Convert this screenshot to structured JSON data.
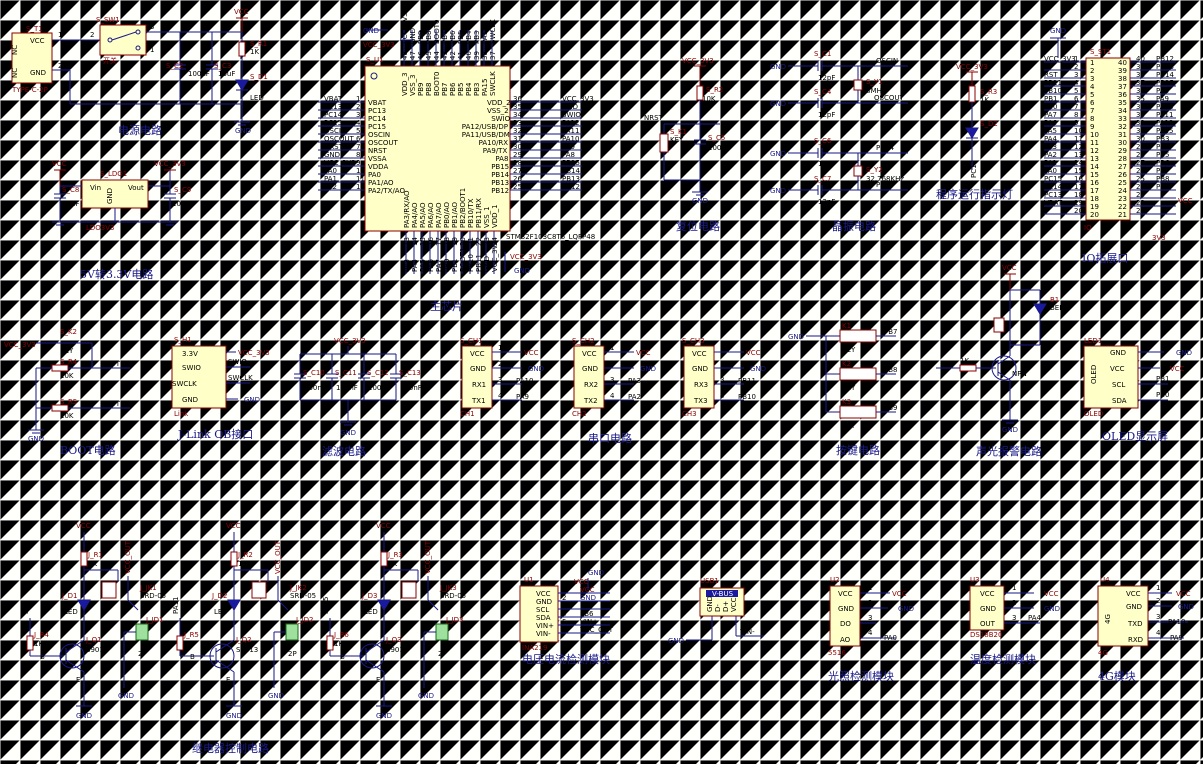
{
  "captions": {
    "power": "电源电路",
    "ldo": "5V转3.3V电路",
    "mcu": "主芯片",
    "reset": "复位电路",
    "crystal": "晶振电路",
    "run_led": "程序运行指示灯",
    "io_ext": "IO拓展口",
    "boot": "BOOT电路",
    "jlink": "J-Link OB接口",
    "filter": "滤波电路",
    "serial": "串口电路",
    "keys": "按键电路",
    "alarm": "声光报警电路",
    "oled": "OLED显示屏",
    "relay": "继电器控制电路",
    "ina": "电压电流检测模块",
    "light": "光照检测模块",
    "temp": "温度检测模块",
    "g4": "4G模块"
  },
  "labels": {
    "vcc": "VCC",
    "gnd": "GND",
    "vcc33": "VCC_3V3",
    "vcc33b": "3V3",
    "typec_ref": "S_T1",
    "typec_part": "TYPE-C-2P",
    "nc": "NC",
    "sw_ref": "S_SW1",
    "sw_name": "开关",
    "r1": "S_R1",
    "r1v": "1K",
    "d1": "S_D1",
    "led": "LED",
    "c2": "S_C2",
    "c3": "S_C3",
    "c100n": "100nF",
    "c10u": "10uF",
    "ldo_ref": "S_LDO1",
    "ldo_part": "LDO3V3",
    "vin": "Vin",
    "vout": "Vout",
    "c8": "S_C8",
    "c9": "S_C9",
    "c10uf": "10uF",
    "u1": "S_U1",
    "mcu_part": "STM32F103C8T6_LQFP48",
    "r2": "S_R2",
    "r2v": "10K",
    "k1": "S_K1",
    "key": "KEY",
    "c5": "S_C5",
    "nrst": "NRST",
    "c1": "S_C1",
    "c4": "S_C4",
    "c6": "S_C6",
    "c7": "S_C7",
    "c12p": "12pF",
    "y1": "S_Y1",
    "y1v": "8MHz",
    "y2": "S_Y2",
    "y2v": "32.768KHz",
    "oscin": "OSCIN",
    "oscout": "OSCOUT",
    "pc14": "PC14",
    "pc15": "PC15",
    "r3": "S_R3",
    "r3v": "1K",
    "d2": "S_D2",
    "pc13": "PC13",
    "st1": "S_ST1",
    "io": "IO",
    "k2": "S_K2",
    "r4": "S_R4",
    "r5": "S_R5",
    "boot0": "BOOT0",
    "boot1": "BOOT1",
    "h1": "S_H1",
    "link": "Link",
    "swio": "SWIO",
    "swclk": "SWCLK",
    "v33": "3.3V",
    "c10": "S_C10",
    "c11": "S_C11",
    "c12": "S_C12",
    "c13": "S_C13",
    "ch1": "S_CH1",
    "ch2": "S_CH2",
    "ch3": "S_CH3",
    "ch1n": "CH1",
    "ch2n": "CH2",
    "ch3n": "CH3",
    "rx1": "RX1",
    "tx1": "TX1",
    "rx2": "RX2",
    "tx2": "TX2",
    "rx3": "RX3",
    "tx3": "TX3",
    "pa10": "PA10",
    "pa9": "PA9",
    "pa3": "PA3",
    "pa2": "PA2",
    "pb11": "PB11",
    "pb10": "PB10",
    "k1n": "K1",
    "k2n": "K2",
    "k3n": "K3",
    "pb7": "PB7",
    "pb8": "PB8",
    "pb9": "PB9",
    "b1": "B1",
    "beep": "BEEP",
    "pa7": "PA7",
    "npn": "NPN",
    "r1k": "1K",
    "led1": "LED1",
    "oled": "OLED",
    "scl": "SCL",
    "sda": "SDA",
    "pb1": "PB1",
    "pb0": "PB0",
    "jr1": "J_R1",
    "jd1": "J_D1",
    "jk1": "J_JK1",
    "jq1": "J_Q1",
    "jr4": "J_R4",
    "jd1b": "J_JD1",
    "jr2": "J_R2",
    "jd2": "J_D2",
    "jk2": "J_JK2",
    "jq2": "J_Q2",
    "jr5": "J_R5",
    "jd2b": "J_JD2",
    "jr3": "J_R3",
    "jd3": "J_D3",
    "jk3": "J_JK3",
    "jq3": "J_Q3",
    "jr6": "J_R6",
    "jd3b": "J_JD3",
    "srd": "SRD-05",
    "s9013": "S9013",
    "p2": "2P",
    "vccout": "VCC_OUT",
    "pa8": "PA8",
    "pa11": "PA11",
    "pa15": "PA15",
    "b": "B",
    "e": "E",
    "u1m": "U1",
    "ina219": "INA219",
    "vinp": "VIN+",
    "vinm": "VIN-",
    "pb5": "PB5",
    "pb6": "PB6",
    "vccout_net": "VCC_OUT",
    "usb1": "USB1",
    "vbus": "V-BUS",
    "dm": "D-",
    "dp": "D+",
    "u2": "U2",
    "do": "DO",
    "ao": "AO",
    "pa0": "PA0",
    "p5516": "5516",
    "u3": "U3",
    "out": "OUT",
    "pa4": "PA4",
    "ds18b20": "DS18B20",
    "u4": "U4",
    "g4": "4G",
    "txd": "TXD",
    "rxd": "RXD"
  },
  "mcu_left": [
    {
      "net": "VBAT",
      "pin": "VBAT",
      "num": "1"
    },
    {
      "net": "PC13",
      "pin": "PC13",
      "num": "2"
    },
    {
      "net": "PC14",
      "pin": "PC14",
      "num": "3"
    },
    {
      "net": "PC15",
      "pin": "PC15",
      "num": "4"
    },
    {
      "net": "OSCIN",
      "pin": "OSCIN",
      "num": "5"
    },
    {
      "net": "OSCOUT",
      "pin": "OSCOUT",
      "num": "6"
    },
    {
      "net": "NRST",
      "pin": "NRST",
      "num": "7"
    },
    {
      "net": "GND",
      "pin": "VSSA",
      "num": "8"
    },
    {
      "net": "VCC_3V3",
      "pin": "VDDA",
      "num": "9"
    },
    {
      "net": "PA0",
      "pin": "PA0",
      "num": "10"
    },
    {
      "net": "PA1",
      "pin": "PA1/AO",
      "num": "11"
    },
    {
      "net": "PA2",
      "pin": "PA2/TX/AO",
      "num": "12"
    }
  ],
  "mcu_right": [
    {
      "net": "VCC_3V3",
      "pin": "VDD_2",
      "num": "36"
    },
    {
      "net": "GND",
      "pin": "VSS_2",
      "num": "35"
    },
    {
      "net": "SWIO",
      "pin": "SWIO",
      "num": "34"
    },
    {
      "net": "PA12",
      "pin": "PA12/USB/DP",
      "num": "33"
    },
    {
      "net": "PA11",
      "pin": "PA11/USB/DM",
      "num": "32"
    },
    {
      "net": "PA10",
      "pin": "PA10/RX",
      "num": "31"
    },
    {
      "net": "PA9",
      "pin": "PA9/TX",
      "num": "30"
    },
    {
      "net": "PA8",
      "pin": "PA8",
      "num": "29"
    },
    {
      "net": "PB15",
      "pin": "PB15",
      "num": "28"
    },
    {
      "net": "PB14",
      "pin": "PB14",
      "num": "27"
    },
    {
      "net": "PB13",
      "pin": "PB13",
      "num": "26"
    },
    {
      "net": "PB12",
      "pin": "PB12",
      "num": "25"
    }
  ],
  "mcu_top": [
    {
      "pin": "VDD_3",
      "net": "VCC_3V3",
      "num": "48"
    },
    {
      "pin": "VSS_3",
      "net": "GND",
      "num": "47"
    },
    {
      "pin": "PB9",
      "net": "PB9",
      "num": "46"
    },
    {
      "pin": "PB8",
      "net": "PB8",
      "num": "45"
    },
    {
      "pin": "BOOT0",
      "net": "BOOT0",
      "num": "44"
    },
    {
      "pin": "PB7",
      "net": "PB7",
      "num": "43"
    },
    {
      "pin": "PB6",
      "net": "PB6",
      "num": "42"
    },
    {
      "pin": "PB5",
      "net": "PB5",
      "num": "41"
    },
    {
      "pin": "PB4",
      "net": "PB4",
      "num": "40"
    },
    {
      "pin": "PB3",
      "net": "PB3",
      "num": "39"
    },
    {
      "pin": "PA15",
      "net": "PA15",
      "num": "38"
    },
    {
      "pin": "SWCLK",
      "net": "SWCLK",
      "num": "37"
    }
  ],
  "mcu_bottom": [
    {
      "pin": "PA3/RX/AO",
      "net": "PA3",
      "num": "13"
    },
    {
      "pin": "PA4/AO",
      "net": "PA4",
      "num": "14"
    },
    {
      "pin": "PA5/AO",
      "net": "PA5",
      "num": "15"
    },
    {
      "pin": "PA6/AO",
      "net": "PA6",
      "num": "16"
    },
    {
      "pin": "PA7/AO",
      "net": "PA7",
      "num": "17"
    },
    {
      "pin": "PB0/AO",
      "net": "PB0",
      "num": "18"
    },
    {
      "pin": "PB1/AO",
      "net": "PB1",
      "num": "19"
    },
    {
      "pin": "PB2/BOOT1",
      "net": "BOOT1",
      "num": "20"
    },
    {
      "pin": "PB10/TX",
      "net": "PB10",
      "num": "21"
    },
    {
      "pin": "PB11/RX",
      "net": "PB11",
      "num": "22"
    },
    {
      "pin": "VSS_1",
      "net": "GND",
      "num": "23"
    },
    {
      "pin": "VDD_1",
      "net": "VCC_3V3",
      "num": "24"
    }
  ],
  "io_left": [
    {
      "net": "VCC_3V3",
      "num": "1",
      "pin": "1"
    },
    {
      "net": "",
      "num": "2",
      "pin": "2"
    },
    {
      "net": "RST",
      "num": "3",
      "pin": "3"
    },
    {
      "net": "PB11",
      "num": "4",
      "pin": "4"
    },
    {
      "net": "PB10",
      "num": "5",
      "pin": "5"
    },
    {
      "net": "PB1",
      "num": "6",
      "pin": "6"
    },
    {
      "net": "PB0",
      "num": "7",
      "pin": "7"
    },
    {
      "net": "PA7",
      "num": "8",
      "pin": "8"
    },
    {
      "net": "PA6",
      "num": "9",
      "pin": "9"
    },
    {
      "net": "PA5",
      "num": "10",
      "pin": "10"
    },
    {
      "net": "PA4",
      "num": "11",
      "pin": "11"
    },
    {
      "net": "PA3",
      "num": "12",
      "pin": "12"
    },
    {
      "net": "PA2",
      "num": "13",
      "pin": "13"
    },
    {
      "net": "PA1",
      "num": "14",
      "pin": "14"
    },
    {
      "net": "PA0",
      "num": "15",
      "pin": "15"
    },
    {
      "net": "PC15",
      "num": "16",
      "pin": "16"
    },
    {
      "net": "PC14",
      "num": "17",
      "pin": "17"
    },
    {
      "net": "PC13",
      "num": "18",
      "pin": "18"
    },
    {
      "net": "VBAT",
      "num": "19",
      "pin": "19"
    },
    {
      "net": "",
      "num": "20",
      "pin": "20"
    }
  ],
  "io_right": [
    {
      "net": "PB12",
      "num": "40",
      "pin": "40"
    },
    {
      "net": "PB13",
      "num": "39",
      "pin": "39"
    },
    {
      "net": "PB14",
      "num": "38",
      "pin": "38"
    },
    {
      "net": "PB15",
      "num": "37",
      "pin": "37"
    },
    {
      "net": "PA8",
      "num": "36",
      "pin": "36"
    },
    {
      "net": "PA9",
      "num": "35",
      "pin": "35"
    },
    {
      "net": "PA10",
      "num": "34",
      "pin": "34"
    },
    {
      "net": "PA11",
      "num": "33",
      "pin": "33"
    },
    {
      "net": "PA12",
      "num": "32",
      "pin": "32"
    },
    {
      "net": "PA15",
      "num": "31",
      "pin": "31"
    },
    {
      "net": "PB3",
      "num": "30",
      "pin": "30"
    },
    {
      "net": "PB4",
      "num": "29",
      "pin": "29"
    },
    {
      "net": "PB5",
      "num": "28",
      "pin": "28"
    },
    {
      "net": "PB6",
      "num": "27",
      "pin": "27"
    },
    {
      "net": "PB7",
      "num": "26",
      "pin": "26"
    },
    {
      "net": "PB8",
      "num": "25",
      "pin": "25"
    },
    {
      "net": "PB9",
      "num": "24",
      "pin": "24"
    },
    {
      "net": "",
      "num": "23",
      "pin": "23"
    },
    {
      "net": "",
      "num": "22",
      "pin": "22"
    },
    {
      "net": "",
      "num": "21",
      "pin": "21"
    }
  ],
  "ina_pins": [
    {
      "pin": "VCC",
      "num": "1",
      "net": "VCC"
    },
    {
      "pin": "GND",
      "num": "2",
      "net": "GND"
    },
    {
      "pin": "SCL",
      "num": "3",
      "net": "PB5"
    },
    {
      "pin": "SDA",
      "num": "4",
      "net": "PB6"
    },
    {
      "pin": "VIN+",
      "num": "5",
      "net": "VIN+"
    },
    {
      "pin": "VIN-",
      "num": "6",
      "net": "VCC_OUT"
    }
  ]
}
